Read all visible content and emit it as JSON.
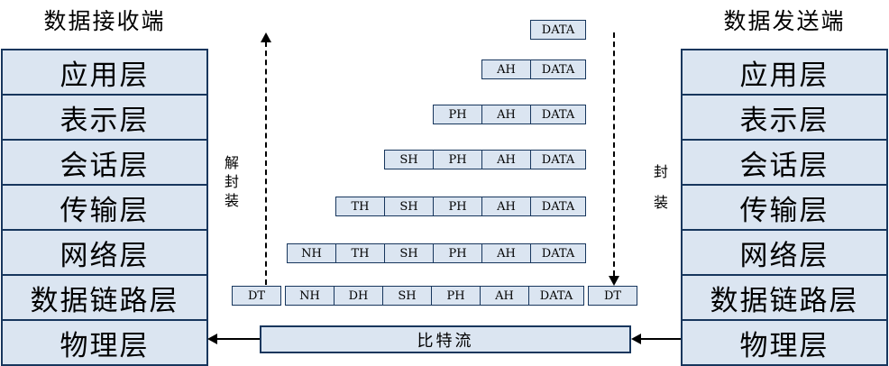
{
  "left_panel": {
    "title": "数据接收端",
    "layers": [
      "应用层",
      "表示层",
      "会话层",
      "传输层",
      "网络层",
      "数据链路层",
      "物理层"
    ]
  },
  "right_panel": {
    "title": "数据发送端",
    "layers": [
      "应用层",
      "表示层",
      "会话层",
      "传输层",
      "网络层",
      "数据链路层",
      "物理层"
    ]
  },
  "stair": {
    "rows": [
      {
        "cells": [
          "DATA"
        ]
      },
      {
        "cells": [
          "AH",
          "DATA"
        ]
      },
      {
        "cells": [
          "PH",
          "AH",
          "DATA"
        ]
      },
      {
        "cells": [
          "SH",
          "PH",
          "AH",
          "DATA"
        ]
      },
      {
        "cells": [
          "TH",
          "SH",
          "PH",
          "AH",
          "DATA"
        ]
      },
      {
        "cells": [
          "NH",
          "TH",
          "SH",
          "PH",
          "AH",
          "DATA"
        ]
      },
      {
        "cells": [
          "DT",
          "NH",
          "DH",
          "SH",
          "PH",
          "AH",
          "DATA",
          "DT"
        ]
      }
    ]
  },
  "bitstream_label": "比特流",
  "decapsulation_label": "解封装",
  "encapsulation_label": "封装",
  "colors": {
    "box_fill": "#dbe5f1",
    "box_border": "#17365d",
    "arrow": "#000000"
  }
}
